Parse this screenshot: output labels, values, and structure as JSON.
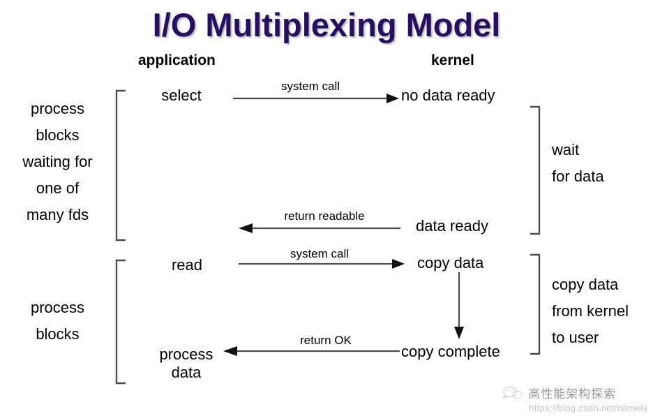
{
  "title": "I/O Multiplexing Model",
  "columns": {
    "application": "application",
    "kernel": "kernel"
  },
  "nodes": {
    "select": "select",
    "no_data_ready": "no data ready",
    "data_ready": "data ready",
    "read": "read",
    "copy_data": "copy data",
    "copy_complete": "copy complete",
    "process_line1": "process",
    "process_line2": "data"
  },
  "edges": {
    "system_call_1": "system call",
    "return_readable": "return readable",
    "system_call_2": "system call",
    "return_ok": "return OK"
  },
  "captions": {
    "left_top": [
      "process",
      "blocks",
      "waiting for",
      "one of",
      "many fds"
    ],
    "left_bottom": [
      "process",
      "blocks"
    ],
    "right_top": [
      "wait",
      "for data"
    ],
    "right_bottom": [
      "copy data",
      "from kernel",
      "to user"
    ]
  },
  "watermark": {
    "name": "高性能架构探索",
    "url": "https://blog.csdn.net/namelij"
  },
  "colors": {
    "title": "#280e5e",
    "text": "#000000",
    "line": "#4d4d4d",
    "background": "#ffffff",
    "watermark_name": "#9a9a9a",
    "watermark_url": "#c3c3c3"
  }
}
